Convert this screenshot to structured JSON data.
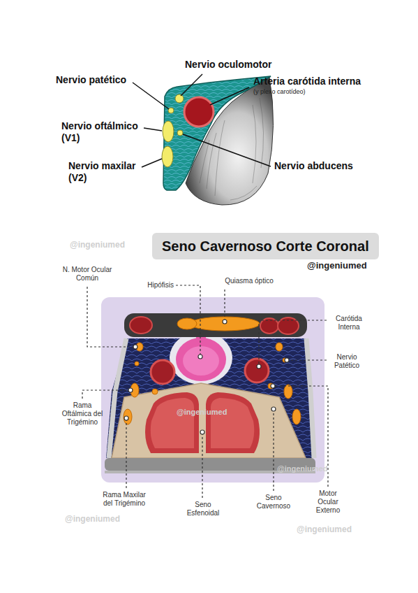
{
  "diagram": {
    "title": "Seno Cavernoso Corte Coronal",
    "labels": [
      "Nervio oculomotor",
      "Nervio patético",
      "Arteria carótida interna",
      "(y plexo carotídeo)",
      "Nervio oftálmico (V1)",
      "Nervio abducens",
      "Nervio maxilar (V2)",
      "@ingeniumed",
      "@ingeniumed",
      "N. Motor Ocular Común",
      "Hipófisis",
      "Quiasma óptico",
      "Carótida Interna",
      "Nervio Patético",
      "Rama Oftálmica del Trigémino",
      "@ingeniumed",
      "@ingeniumed",
      "Rama Maxilar del Trigémino",
      "Seno Esfenoidal",
      "Seno Cavernoso",
      "Motor Ocular Externo",
      "@ingeniumed",
      "@ingeniumed"
    ]
  }
}
